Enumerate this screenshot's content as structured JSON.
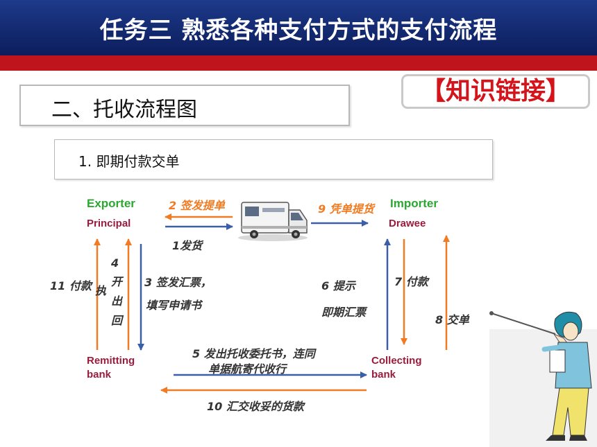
{
  "header": {
    "title": "任务三  熟悉各种支付方式的支付流程"
  },
  "section": {
    "title": "二、托收流程图"
  },
  "subsection": {
    "title": "1. 即期付款交单"
  },
  "badge": {
    "label": "【知识链接】"
  },
  "parties": {
    "exporter": "Exporter",
    "principal": "Principal",
    "importer": "Importer",
    "drawee": "Drawee",
    "remitting_1": "Remitting",
    "remitting_2": "bank",
    "collecting_1": "Collecting",
    "collecting_2": "bank"
  },
  "steps": {
    "s1": "1发货",
    "s2": "2 签发提单",
    "s3a": "3 签发汇票，",
    "s3b": "填写申请书",
    "s4": [
      "4",
      "开",
      "出",
      "回",
      "执"
    ],
    "s5a": "5  发出托收委托书，连同",
    "s5b": "单据航寄代收行",
    "s6a": "6 提示",
    "s6b": "即期汇票",
    "s7": "7 付款",
    "s8": "8 交单",
    "s9": "9 凭单提货",
    "s10": "10 汇交收妥的货款",
    "s11": "11 付款"
  },
  "colors": {
    "green": "#2aa830",
    "maroon": "#9a1b3c",
    "orange": "#f07b22",
    "navy": "#3b5ea8",
    "title_bar": "#12266e",
    "red_band": "#c0141c",
    "badge_red": "#d4141a"
  }
}
